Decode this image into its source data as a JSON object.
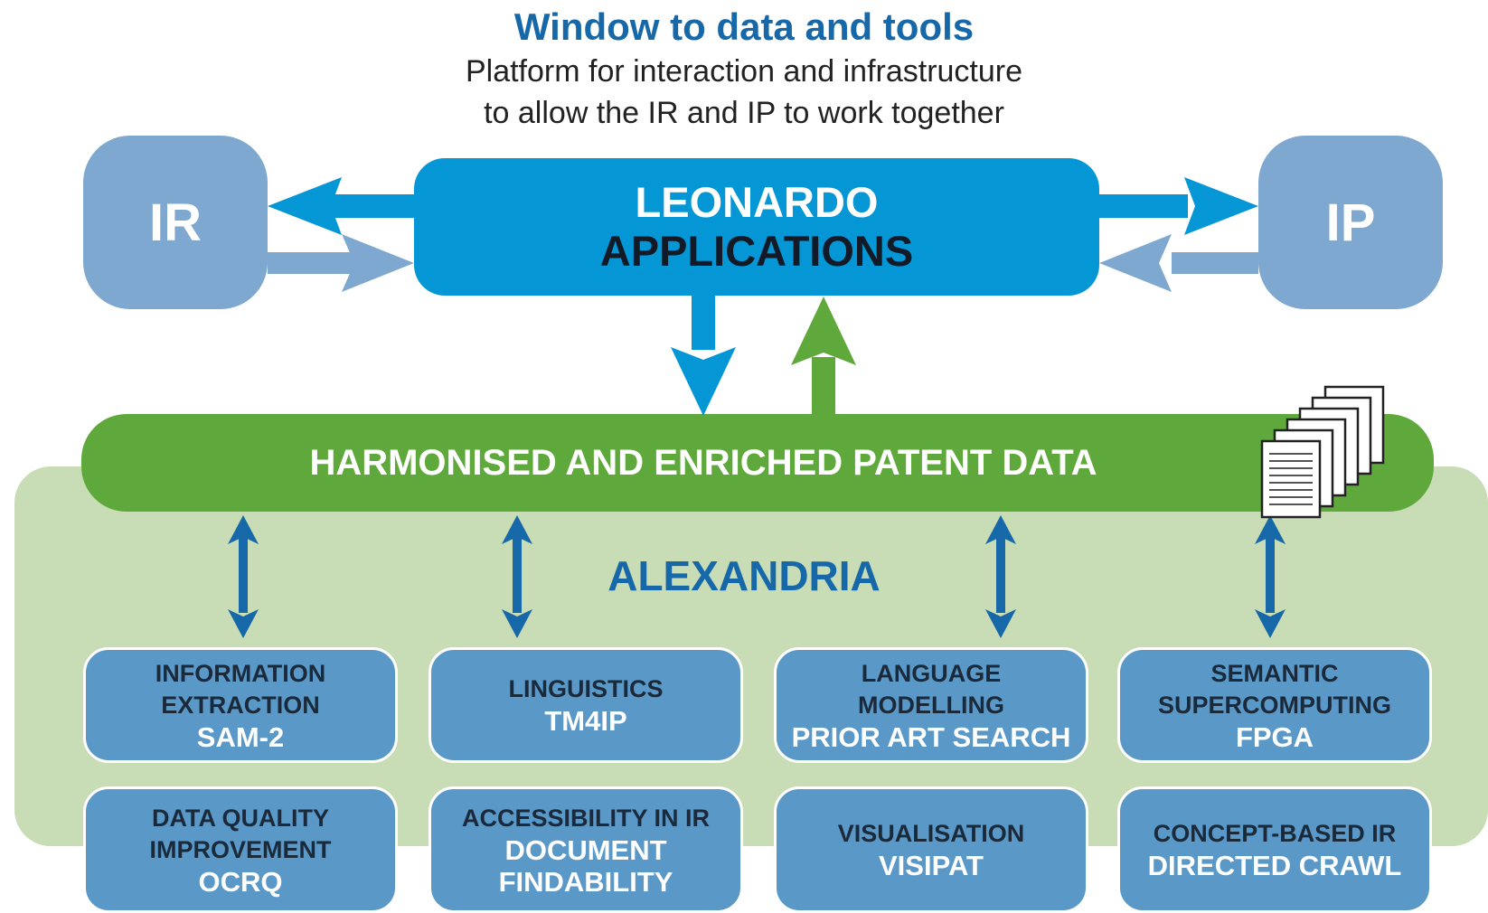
{
  "header": {
    "title": "Window to data and tools",
    "subtitle_line1": "Platform for interaction and infrastructure",
    "subtitle_line2": "to allow the IR and IP to work together"
  },
  "left_box": {
    "label": "IR"
  },
  "right_box": {
    "label": "IP"
  },
  "center_box": {
    "line1": "LEONARDO",
    "line2": "APPLICATIONS"
  },
  "data_bar": {
    "label": "HARMONISED AND ENRICHED PATENT DATA",
    "icon": "documents-icon"
  },
  "platform": {
    "label": "ALEXANDRIA"
  },
  "tiles_top": [
    {
      "line1": "INFORMATION",
      "line2": "EXTRACTION",
      "highlight": "SAM-2"
    },
    {
      "line1": "LINGUISTICS",
      "line2": "",
      "highlight": "TM4IP"
    },
    {
      "line1": "LANGUAGE",
      "line2": "MODELLING",
      "highlight": "PRIOR ART SEARCH"
    },
    {
      "line1": "SEMANTIC",
      "line2": "SUPERCOMPUTING",
      "highlight": "FPGA"
    }
  ],
  "tiles_bottom": [
    {
      "line1": "DATA QUALITY",
      "line2": "IMPROVEMENT",
      "highlight": "OCRQ"
    },
    {
      "line1": "ACCESSIBILITY IN IR",
      "highlight": "DOCUMENT",
      "highlight2": "FINDABILITY"
    },
    {
      "line1": "VISUALISATION",
      "highlight": "VISIPAT"
    },
    {
      "line1": "CONCEPT-BASED IR",
      "highlight": "DIRECTED CRAWL"
    }
  ],
  "colors": {
    "title_blue": "#1768a8",
    "leonardo_blue": "#0596d5",
    "side_box_blue": "#7ea8cf",
    "data_green": "#5fa83b",
    "platform_green": "#c8dcb6",
    "tile_blue": "#5a98c8",
    "arrow_dark_blue": "#1768a8"
  }
}
